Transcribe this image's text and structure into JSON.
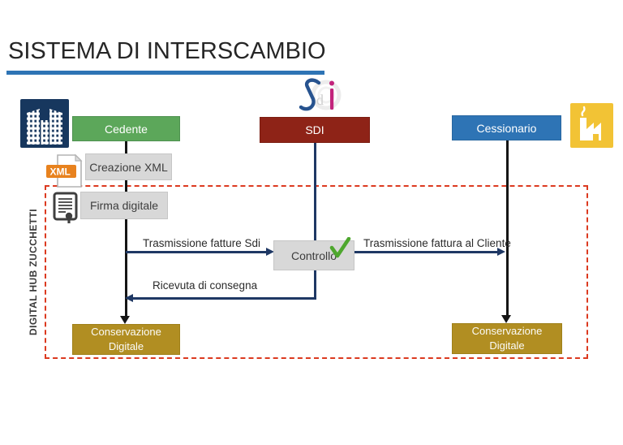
{
  "page": {
    "title": "SISTEMA DI INTERSCAMBIO"
  },
  "hub": {
    "label": "DIGITAL HUB ZUCCHETTI"
  },
  "actors": {
    "cedente": {
      "label": "Cedente",
      "color": "#5CA75A"
    },
    "sdi": {
      "label": "SDI",
      "color": "#8E2317"
    },
    "cessionario": {
      "label": "Cessionario",
      "color": "#2E74B5"
    }
  },
  "process": {
    "creazione_xml": {
      "label": "Creazione XML"
    },
    "firma_digitale": {
      "label": "Firma digitale"
    },
    "controllo": {
      "label": "Controllo"
    }
  },
  "flows": {
    "trasmissione_sdi": {
      "label": "Trasmissione fatture Sdi"
    },
    "trasmissione_cliente": {
      "label": "Trasmissione fattura al Cliente"
    },
    "ricevuta_consegna": {
      "label": "Ricevuta di consegna"
    }
  },
  "storage": {
    "left": {
      "line1": "Conservazione",
      "line2": "Digitale"
    },
    "right": {
      "line1": "Conservazione",
      "line2": "Digitale"
    }
  },
  "icons": {
    "cedente": "buildings-icon",
    "sdi": "sdi-logo-icon",
    "cessionario": "factory-icon",
    "creazione_xml": "xml-file-icon",
    "firma_digitale": "signed-document-icon",
    "controllo": "check-icon",
    "xml_badge": "XML"
  },
  "colors": {
    "title_underline": "#2E74B5",
    "hub_border": "#DC3A20",
    "green": "#5CA75A",
    "maroon": "#8E2317",
    "blue": "#2E74B5",
    "gold": "#B18E22",
    "gray_step": "#D8D8D8",
    "arrow_navy": "#1F3864",
    "line_black": "#151515",
    "check_green": "#4EA72E",
    "xml_orange": "#E8821E",
    "buildings_navy": "#17375E",
    "factory_yellow": "#F2C335",
    "sdi_magenta": "#C2247C"
  }
}
